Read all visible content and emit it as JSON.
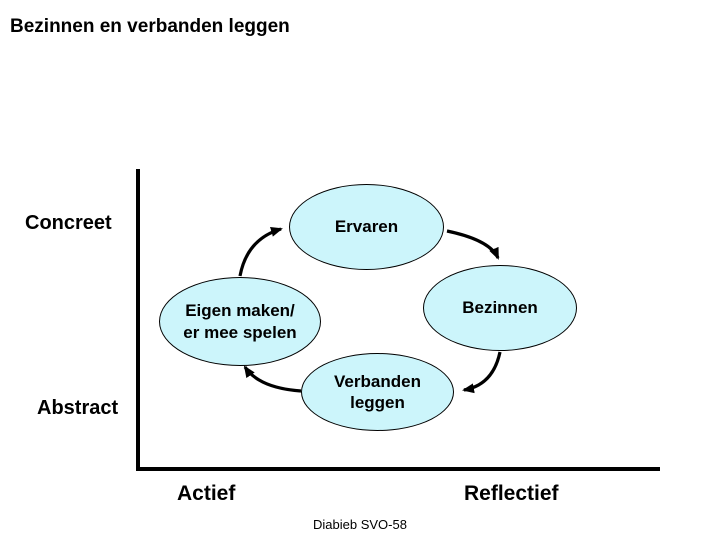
{
  "slide": {
    "title": "Bezinnen en verbanden leggen",
    "footer": "Diabieb SVO-58"
  },
  "axes": {
    "y_top_label": "Concreet",
    "y_bottom_label": "Abstract",
    "x_left_label": "Actief",
    "x_right_label": "Reflectief"
  },
  "diagram": {
    "type": "cycle",
    "nodes": [
      {
        "id": "ervaren",
        "label": "Ervaren"
      },
      {
        "id": "bezinnen",
        "label": "Bezinnen"
      },
      {
        "id": "verbanden-leggen",
        "label": "Verbanden\nleggen"
      },
      {
        "id": "eigen-maken",
        "label": "Eigen maken/\ner mee spelen"
      }
    ],
    "flow_order": [
      "Ervaren",
      "Bezinnen",
      "Verbanden leggen",
      "Eigen maken/ er mee spelen"
    ],
    "colors": {
      "node_fill": "#ccf5fb",
      "node_border": "#000000",
      "arrow": "#000000",
      "axis": "#000000",
      "text": "#000000",
      "background": "#ffffff"
    }
  }
}
